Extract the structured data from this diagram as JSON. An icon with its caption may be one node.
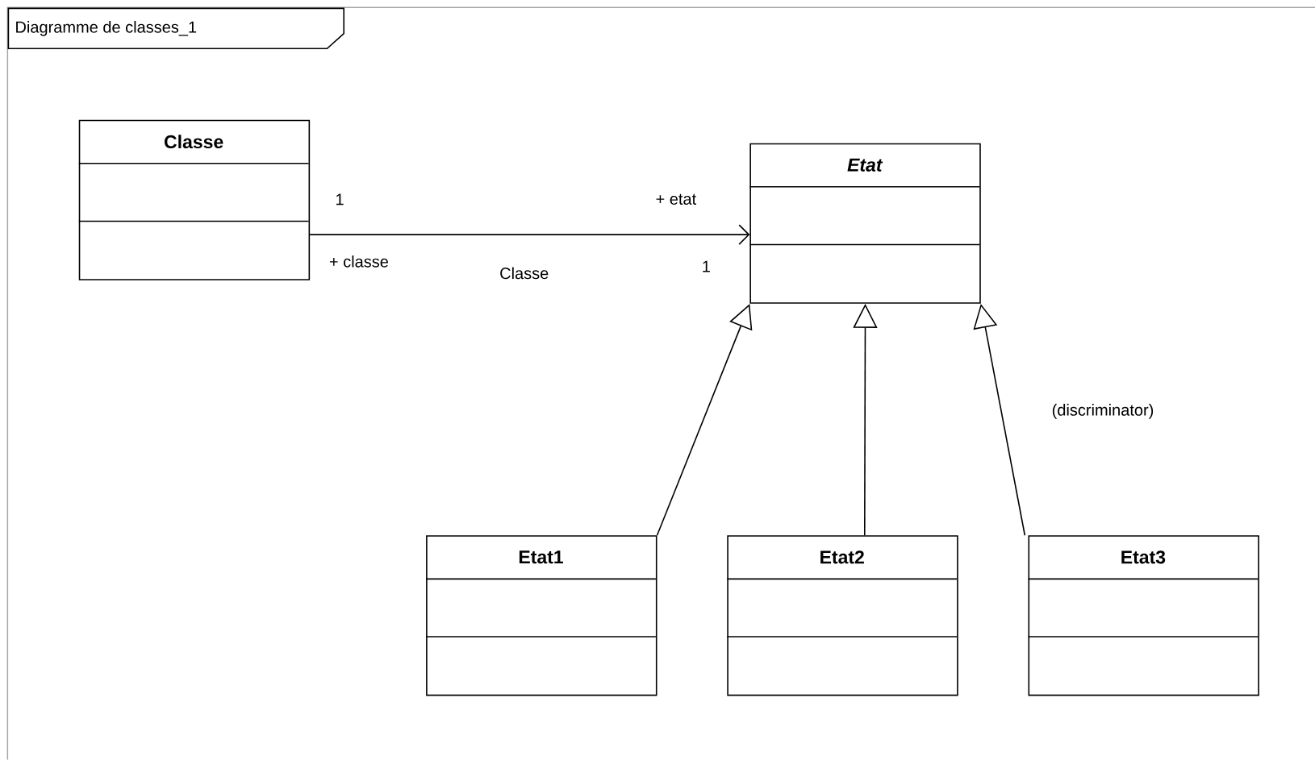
{
  "diagram": {
    "title": "Diagramme de classes_1",
    "nodes": [
      {
        "text": [
          "Classe"
        ]
      },
      {
        "text": [
          "Etat"
        ]
      },
      {
        "text": [
          "Etat1"
        ]
      },
      {
        "text": [
          "Etat2"
        ]
      },
      {
        "text": [
          "Etat3"
        ]
      }
    ],
    "edges": [
      {
        "from": 0,
        "to": 1,
        "arrow": "to",
        "label": "Classe"
      },
      {
        "from": 2,
        "to": 1,
        "arrow": "to"
      },
      {
        "from": 3,
        "to": 1,
        "arrow": "to"
      },
      {
        "from": 4,
        "to": 1,
        "arrow": "to",
        "label": "(discriminator)"
      }
    ],
    "labels": [
      "1",
      "+ classe",
      "+  etat",
      "1"
    ]
  }
}
